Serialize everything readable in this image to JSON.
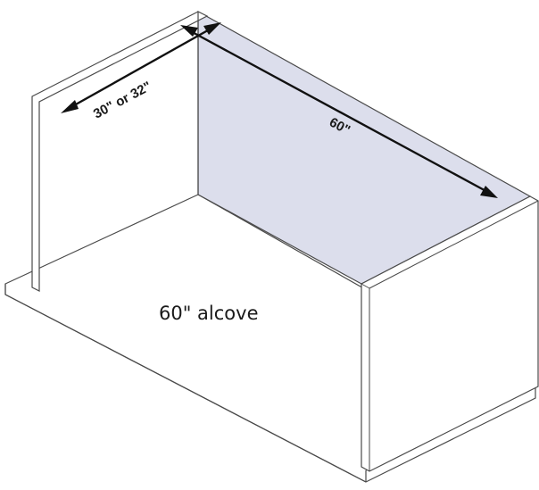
{
  "diagram": {
    "depth_label": "30\" or 32\"",
    "length_label": "60\"",
    "caption": "60\" alcove"
  },
  "colors": {
    "back_wall": "#dcdeec",
    "outline": "#4a4a4a",
    "floor": "#ffffff",
    "arrow": "#111111"
  }
}
